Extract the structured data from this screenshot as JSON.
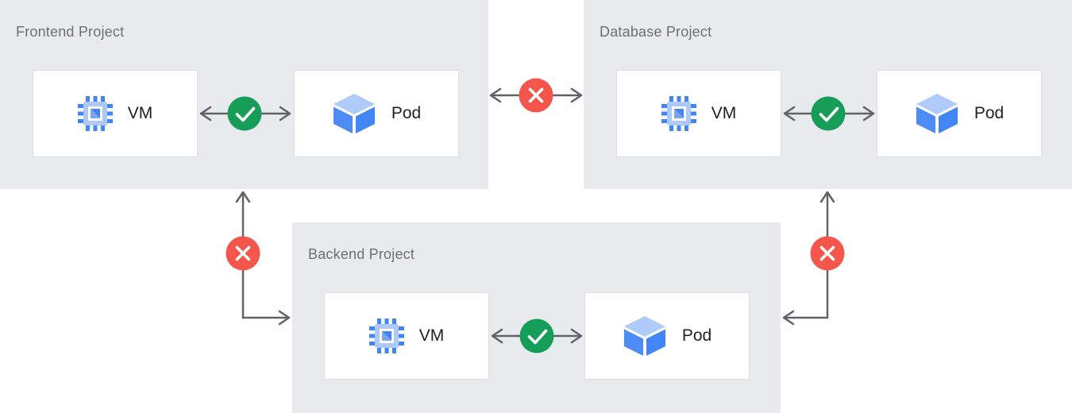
{
  "diagram": {
    "description": "Three isolated projects, each containing a VM and a Pod. Traffic inside a project is allowed (green check); traffic between projects is blocked (red cross)."
  },
  "projects": [
    {
      "id": "frontend",
      "title": "Frontend Project",
      "nodes": [
        {
          "label": "VM",
          "icon": "vm-chip-icon"
        },
        {
          "label": "Pod",
          "icon": "pod-cube-icon"
        }
      ]
    },
    {
      "id": "database",
      "title": "Database Project",
      "nodes": [
        {
          "label": "VM",
          "icon": "vm-chip-icon"
        },
        {
          "label": "Pod",
          "icon": "pod-cube-icon"
        }
      ]
    },
    {
      "id": "backend",
      "title": "Backend Project",
      "nodes": [
        {
          "label": "VM",
          "icon": "vm-chip-icon"
        },
        {
          "label": "Pod",
          "icon": "pod-cube-icon"
        }
      ]
    }
  ],
  "connections": [
    {
      "from": "Frontend VM",
      "to": "Frontend Pod",
      "status": "allowed",
      "badge": "check-icon"
    },
    {
      "from": "Database VM",
      "to": "Database Pod",
      "status": "allowed",
      "badge": "check-icon"
    },
    {
      "from": "Backend VM",
      "to": "Backend Pod",
      "status": "allowed",
      "badge": "check-icon"
    },
    {
      "from": "Frontend Project",
      "to": "Database Project",
      "status": "blocked",
      "badge": "cross-icon"
    },
    {
      "from": "Frontend Project",
      "to": "Backend Project",
      "status": "blocked",
      "badge": "cross-icon"
    },
    {
      "from": "Database Project",
      "to": "Backend Project",
      "status": "blocked",
      "badge": "cross-icon"
    }
  ],
  "colors": {
    "project_background": "#e8ebee",
    "project_title_text": "#6b7075",
    "node_background": "#ffffff",
    "node_border": "#dcdedf",
    "node_label_text": "#202124",
    "arrow": "#5f6368",
    "allowed_badge": "#169d58",
    "blocked_badge": "#f4564b",
    "icon_blue": "#4285f4",
    "icon_light_blue": "#aecbfa"
  }
}
